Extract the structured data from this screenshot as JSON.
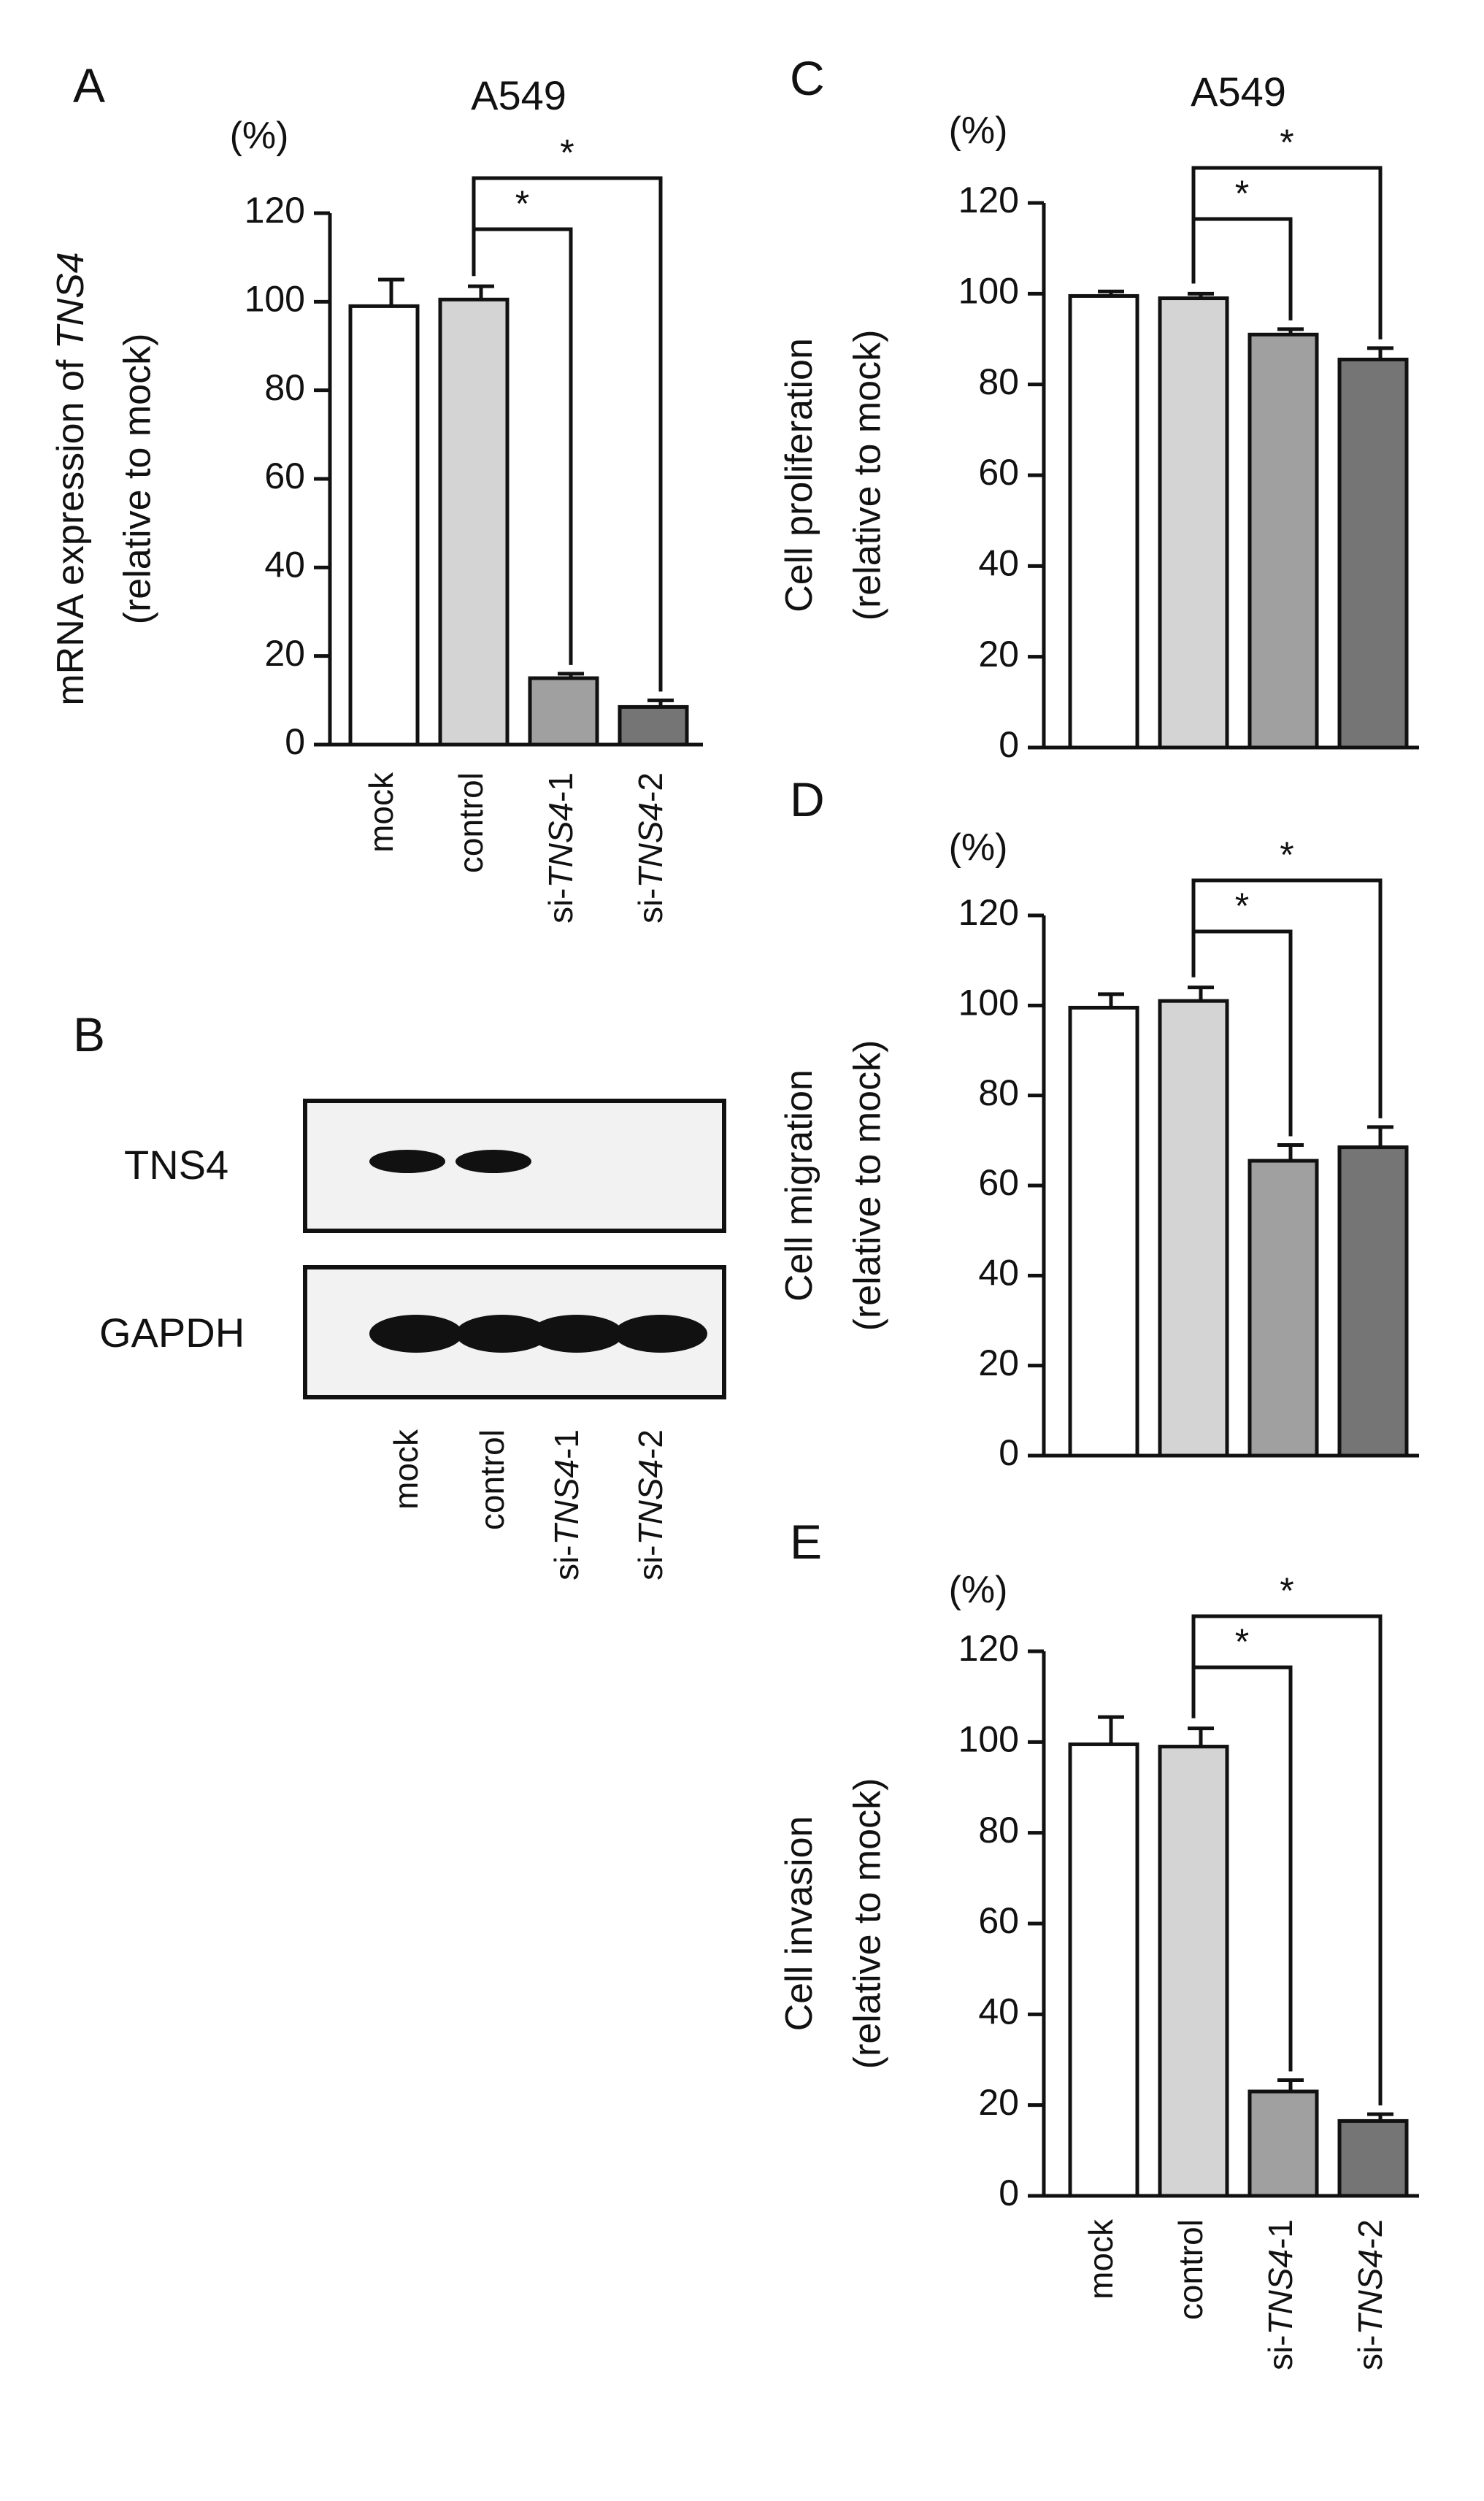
{
  "colors": {
    "axis": "#111111",
    "bar_mock": "#ffffff",
    "bar_control": "#d4d4d4",
    "bar_si1": "#a0a0a0",
    "bar_si2": "#757575",
    "blot_background": "#f2f2f2",
    "blot_band": "#111111"
  },
  "chart_data": [
    {
      "panel": "A",
      "type": "bar",
      "title": "A549",
      "ylabel_parts": [
        "mRNA expression of ",
        "TNS4"
      ],
      "ylabel2": "(relative to mock)",
      "unit": "(%)",
      "categories": [
        {
          "prefix": "mock",
          "italic": "",
          "suffix": ""
        },
        {
          "prefix": "control",
          "italic": "",
          "suffix": ""
        },
        {
          "prefix": "si-",
          "italic": "TNS4",
          "suffix": "-1"
        },
        {
          "prefix": "si-",
          "italic": "TNS4",
          "suffix": "-2"
        }
      ],
      "values": [
        99,
        100.5,
        15,
        8.5
      ],
      "errors": [
        6,
        3,
        1,
        1.5
      ],
      "ylim": [
        0,
        120
      ],
      "yticks": [
        0,
        20,
        40,
        60,
        80,
        100,
        120
      ],
      "significance": [
        {
          "from": 1,
          "to": 2,
          "label": "*"
        },
        {
          "from": 1,
          "to": 3,
          "label": "*"
        }
      ]
    },
    {
      "panel": "C",
      "type": "bar",
      "title": "A549",
      "ylabel_parts": [
        "Cell proliferation"
      ],
      "ylabel2": "(relative to mock)",
      "unit": "(%)",
      "categories": [
        {
          "prefix": "mock",
          "italic": "",
          "suffix": ""
        },
        {
          "prefix": "control",
          "italic": "",
          "suffix": ""
        },
        {
          "prefix": "si-",
          "italic": "TNS4",
          "suffix": "-1"
        },
        {
          "prefix": "si-",
          "italic": "TNS4",
          "suffix": "-2"
        }
      ],
      "values": [
        99.5,
        99,
        91,
        85.5
      ],
      "errors": [
        1,
        1,
        1.2,
        2.5
      ],
      "ylim": [
        0,
        120
      ],
      "yticks": [
        0,
        20,
        40,
        60,
        80,
        100,
        120
      ],
      "significance": [
        {
          "from": 1,
          "to": 2,
          "label": "*"
        },
        {
          "from": 1,
          "to": 3,
          "label": "*"
        }
      ]
    },
    {
      "panel": "D",
      "type": "bar",
      "title": "",
      "ylabel_parts": [
        "Cell migration"
      ],
      "ylabel2": "(relative to mock)",
      "unit": "(%)",
      "categories": [],
      "values": [
        99.5,
        101,
        65.5,
        68.5
      ],
      "errors": [
        3,
        3,
        3.5,
        4.5
      ],
      "ylim": [
        0,
        120
      ],
      "yticks": [
        0,
        20,
        40,
        60,
        80,
        100,
        120
      ],
      "significance": [
        {
          "from": 1,
          "to": 2,
          "label": "*"
        },
        {
          "from": 1,
          "to": 3,
          "label": "*"
        }
      ]
    },
    {
      "panel": "E",
      "type": "bar",
      "title": "",
      "ylabel_parts": [
        "Cell invasion"
      ],
      "ylabel2": "(relative to mock)",
      "unit": "(%)",
      "categories": [
        {
          "prefix": "mock",
          "italic": "",
          "suffix": ""
        },
        {
          "prefix": "control",
          "italic": "",
          "suffix": ""
        },
        {
          "prefix": "si-",
          "italic": "TNS4",
          "suffix": "-1"
        },
        {
          "prefix": "si-",
          "italic": "TNS4",
          "suffix": "-2"
        }
      ],
      "values": [
        99.5,
        99,
        23,
        16.5
      ],
      "errors": [
        6,
        4,
        2.5,
        1.5
      ],
      "ylim": [
        0,
        120
      ],
      "yticks": [
        0,
        20,
        40,
        60,
        80,
        100,
        120
      ],
      "significance": [
        {
          "from": 1,
          "to": 2,
          "label": "*"
        },
        {
          "from": 1,
          "to": 3,
          "label": "*"
        }
      ]
    }
  ],
  "western_blot": {
    "panel": "B",
    "rows": [
      {
        "label": "TNS4",
        "bands": [
          1,
          1,
          0,
          0
        ]
      },
      {
        "label": "GAPDH",
        "bands": [
          1,
          1,
          1,
          1
        ]
      }
    ],
    "categories": [
      {
        "prefix": "mock",
        "italic": "",
        "suffix": ""
      },
      {
        "prefix": "control",
        "italic": "",
        "suffix": ""
      },
      {
        "prefix": "si-",
        "italic": "TNS4",
        "suffix": "-1"
      },
      {
        "prefix": "si-",
        "italic": "TNS4",
        "suffix": "-2"
      }
    ]
  }
}
